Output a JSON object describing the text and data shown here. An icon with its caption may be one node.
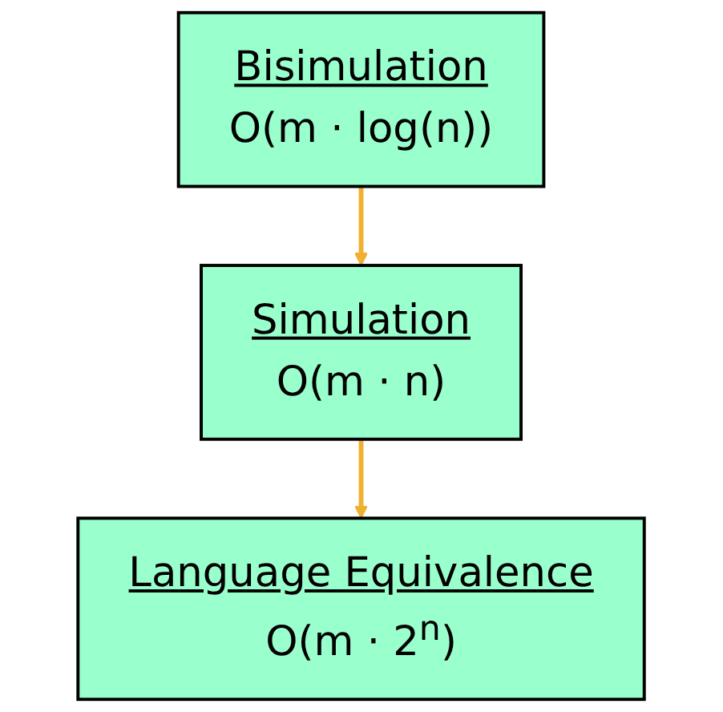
{
  "diagram": {
    "nodes": [
      {
        "text": [
          "Bisimulation",
          "O(m · log(n))"
        ]
      },
      {
        "text": [
          "Simulation",
          "O(m · n)"
        ]
      },
      {
        "text": [
          "Language Equivalence",
          "O(m · 2$^{n}$)"
        ]
      }
    ],
    "edges": [
      {
        "from": 0,
        "to": 1,
        "arrow": "to"
      },
      {
        "from": 1,
        "to": 2,
        "arrow": "to"
      }
    ]
  }
}
